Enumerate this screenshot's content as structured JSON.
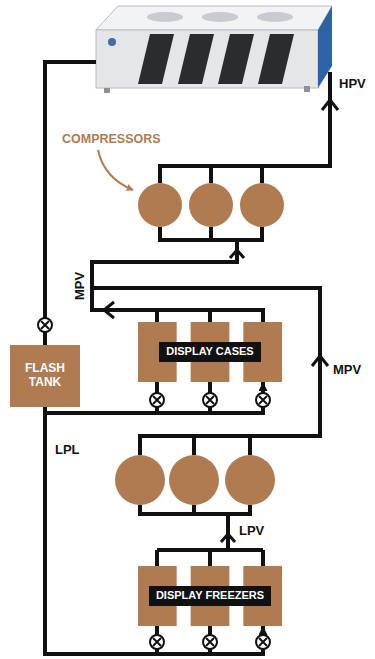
{
  "diagram": {
    "nodes": [
      {
        "text": [
          "FLASH TANK"
        ]
      },
      {
        "text": [
          "DISPLAY CASES"
        ]
      },
      {
        "text": [
          "DISPLAY FREEZERS"
        ]
      }
    ],
    "edges": [
      {
        "from": 0,
        "to": 1,
        "arrow": "to"
      },
      {
        "from": 0,
        "to": 2,
        "arrow": "to"
      }
    ],
    "labels": [
      "HPV",
      "COMPRESSORS",
      "MPV",
      "MPV",
      "LPL",
      "LPV"
    ]
  }
}
